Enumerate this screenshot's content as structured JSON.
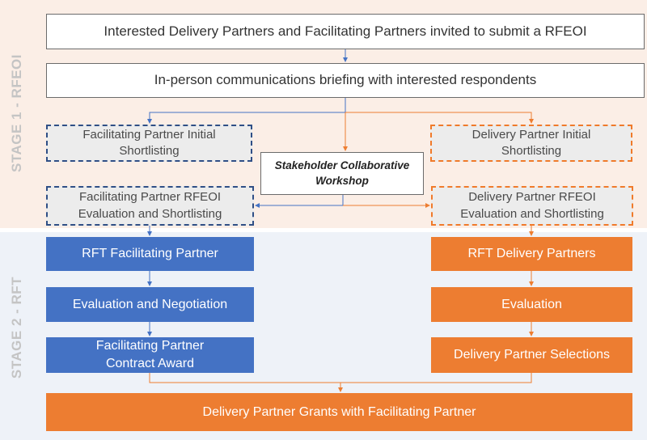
{
  "stages": {
    "stage1_label": "STAGE 1 - RFEOI",
    "stage2_label": "STAGE 2 - RFT"
  },
  "boxes": {
    "invite": "Interested Delivery Partners and Facilitating Partners invited to submit a RFEOI",
    "briefing": "In-person communications briefing with interested respondents",
    "fp_shortlist": "Facilitating Partner Initial\nShortlisting",
    "dp_shortlist": "Delivery Partner Initial\nShortlisting",
    "workshop": "Stakeholder Collaborative\nWorkshop",
    "fp_rfeoi": "Facilitating Partner RFEOI\nEvaluation and Shortlisting",
    "dp_rfeoi": "Delivery Partner RFEOI\nEvaluation and Shortlisting",
    "rft_fp": "RFT Facilitating Partner",
    "rft_dp": "RFT Delivery Partners",
    "eval_negotiation": "Evaluation and Negotiation",
    "evaluation": "Evaluation",
    "fp_contract": "Facilitating Partner\nContract Award",
    "dp_selections": "Delivery Partner Selections",
    "grants": "Delivery Partner Grants with Facilitating Partner"
  },
  "colors": {
    "blue": "#4472c4",
    "orange": "#ed7d31",
    "dashed_blue": "#2f4f86",
    "dashed_orange": "#f07a2a",
    "stage1_bg": "#fbeee6",
    "stage2_bg": "#eef2f8"
  }
}
